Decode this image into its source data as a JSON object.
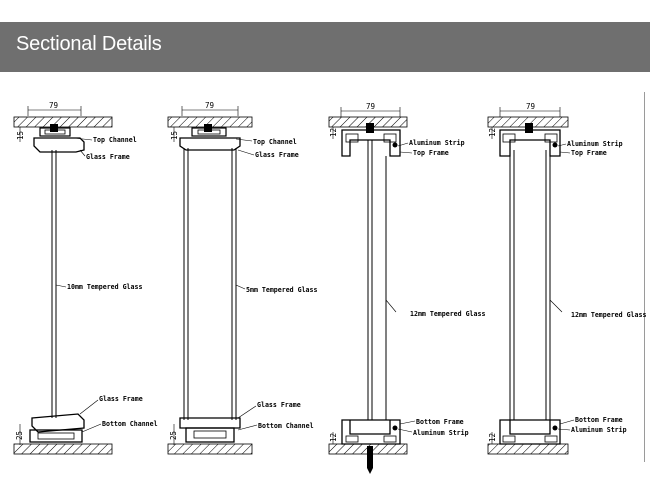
{
  "header": {
    "title": "Sectional Details"
  },
  "sections": [
    {
      "width_dim": "79",
      "top_dim": "15",
      "bottom_dim": "25",
      "labels": {
        "top_a": "Top Channel",
        "top_b": "Glass Frame",
        "glass": "10mm Tempered Glass",
        "bottom_a": "Glass Frame",
        "bottom_b": "Bottom Channel"
      }
    },
    {
      "width_dim": "79",
      "top_dim": "15",
      "bottom_dim": "25",
      "labels": {
        "top_a": "Top Channel",
        "top_b": "Glass Frame",
        "glass": "5mm Tempered Glass",
        "bottom_a": "Glass Frame",
        "bottom_b": "Bottom Channel"
      }
    },
    {
      "width_dim": "79",
      "top_dim": "12",
      "bottom_dim": "12",
      "labels": {
        "top_a": "Aluminum Strip",
        "top_b": "Top Frame",
        "glass": "12mm Tempered Glass",
        "bottom_a": "Bottom Frame",
        "bottom_b": "Aluminum Strip"
      }
    },
    {
      "width_dim": "79",
      "top_dim": "12",
      "bottom_dim": "12",
      "labels": {
        "top_a": "Aluminum Strip",
        "top_b": "Top Frame",
        "glass": "12mm Tempered Glass",
        "bottom_a": "Bottom Frame",
        "bottom_b": "Aluminum Strip"
      }
    }
  ],
  "colors": {
    "header_bg": "#6f6f6f",
    "header_text": "#ffffff",
    "line": "#000000"
  }
}
